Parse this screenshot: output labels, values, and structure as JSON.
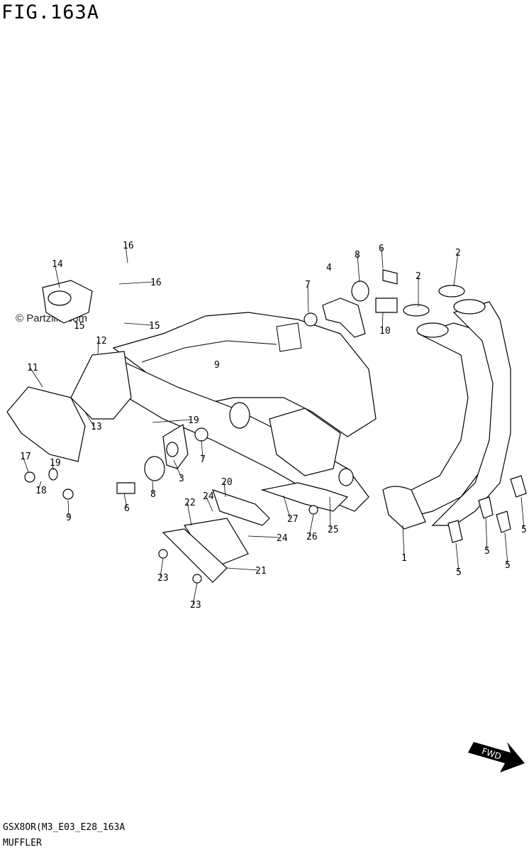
{
  "figure": {
    "title": "FIG.163A"
  },
  "watermark": "© Partzilla.com",
  "footer": {
    "code": "GSX8OR(M3_E03_E28_163A",
    "name": "MUFFLER"
  },
  "fwd_label": "FWD",
  "callouts": [
    "1",
    "2",
    "2",
    "3",
    "4",
    "5",
    "5",
    "5",
    "5",
    "6",
    "6",
    "7",
    "7",
    "8",
    "8",
    "9",
    "9",
    "10",
    "11",
    "12",
    "13",
    "14",
    "15",
    "15",
    "16",
    "16",
    "17",
    "18",
    "19",
    "19",
    "20",
    "21",
    "22",
    "23",
    "23",
    "24",
    "24",
    "25",
    "26",
    "27"
  ]
}
